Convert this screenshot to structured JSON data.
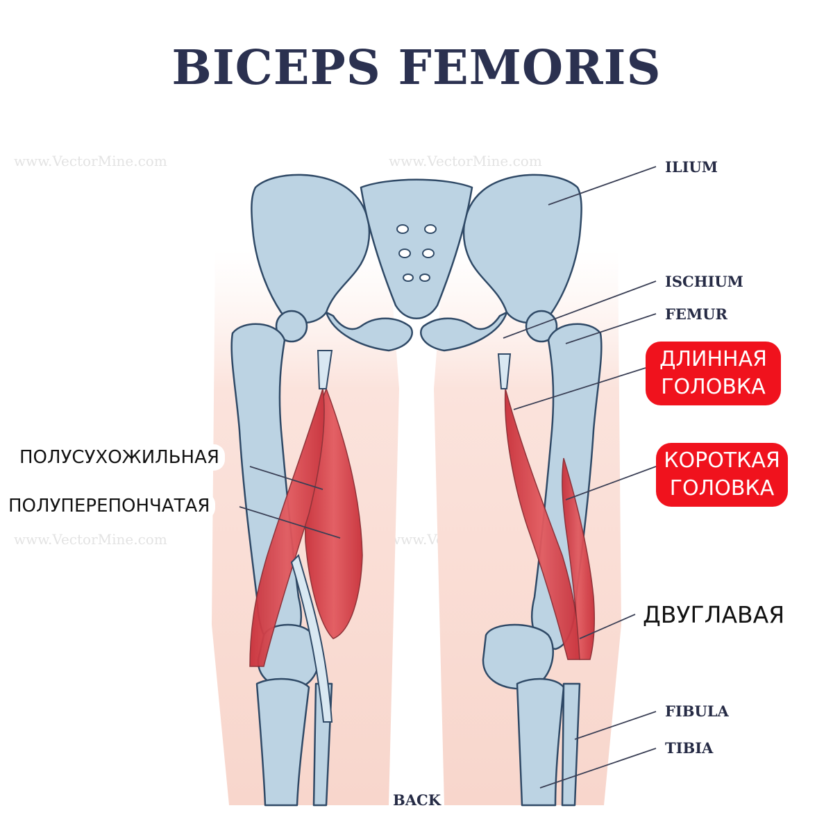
{
  "title": "BICEPS FEMORIS",
  "labels": {
    "ilium": "ILIUM",
    "ischium": "ISCHIUM",
    "femur": "FEMUR",
    "fibula": "FIBULA",
    "tibia": "TIBIA",
    "back": "BACK"
  },
  "ru_labels": {
    "long_head": [
      "ДЛИННАЯ",
      "ГОЛОВКА"
    ],
    "short_head": [
      "КОРОТКАЯ",
      "ГОЛОВКА"
    ],
    "semitendinosus": "ПОЛУСУХОЖИЛЬНАЯ",
    "semimembranosus": "ПОЛУПЕРЕПОНЧАТАЯ",
    "biceps": "ДВУГЛАВАЯ"
  },
  "watermark": "www.VectorMine.com",
  "colors": {
    "title": "#2b3150",
    "bone_fill": "#bcd3e3",
    "bone_stroke": "#2f4966",
    "muscle": "#d9434a",
    "skin": "#fbe3dc",
    "highlight": "#f0121d"
  }
}
